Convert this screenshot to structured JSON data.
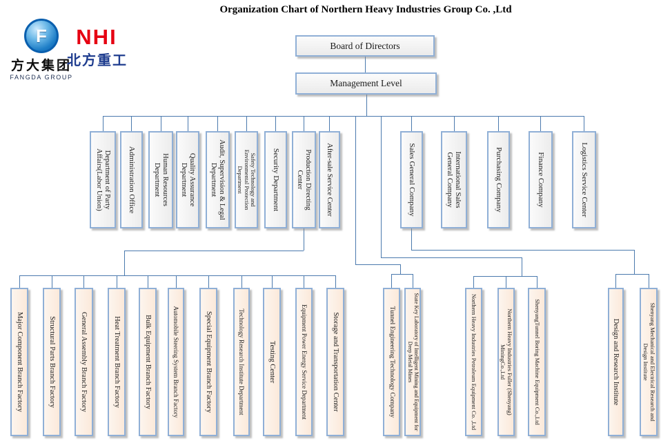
{
  "title": "Organization Chart of Northern Heavy Industries  Group Co. ,Ltd",
  "logos": {
    "fangda": {
      "symbol": "F",
      "name_cn": "方大集团",
      "name_en": "FANGDA GROUP"
    },
    "nhi": {
      "abbr": "NHI",
      "name_cn": "北方重工"
    }
  },
  "chart": {
    "root": "Board of Directors",
    "level1": "Management Level",
    "departments": [
      "Department of Party Affairs(Labor Union)",
      "Administration Office",
      "Human Resources Department",
      "Quality Assurance Department",
      "Audit, Supervision & Legal Department",
      "Safety Technology and Environmental Protection Department",
      "Security Department",
      "Production Directing Center",
      "After-sale Service Center",
      "Sales General Company",
      "International Sales General Company",
      "Purchasing Company",
      "Finance Company",
      "Logistics Service Center"
    ],
    "production_subunits": [
      "Major Component Branch Factory",
      "Structural Parts Branch Factory",
      "General Assembly Branch Factory",
      "Heat Treatment Branch Factory",
      "Bulk Equipment Branch Factory",
      "Automobile Steering System Branch Factory",
      "Special Equipment Branch Factory",
      "Technology Research Institute Department",
      "Testing Center",
      "Equipment Power Energy Service Department",
      "Storage and Transportation Center"
    ],
    "tunnel_group": [
      "Tunnel Engineering Technology Company",
      "State Key Laboratory of Intelligent Mining and Equipment for Deep Metal Mines"
    ],
    "subsidiaries_group": [
      "Northern Heavy Industries Petroleum Equipment Co. ,Ltd",
      "Northern Heavy Industries Fuller (Shenyang) MiningCo.,Ltd",
      "ShenyangTunnel Boring Machine Equipment Co.,Ltd"
    ],
    "sales_subunits": [
      "Design and Research Institute",
      "Shenyang Mechanical and Electrical Research and Design Institute"
    ]
  },
  "colors": {
    "box_border": "#8fafd6",
    "connector": "#4a79ad",
    "box_fill_gray": "#f2f2f2",
    "box_fill_peach": "#fcefe4",
    "nhi_red": "#e60012",
    "nhi_blue": "#1f3d8f",
    "fangda_blue": "#0a5fae"
  }
}
